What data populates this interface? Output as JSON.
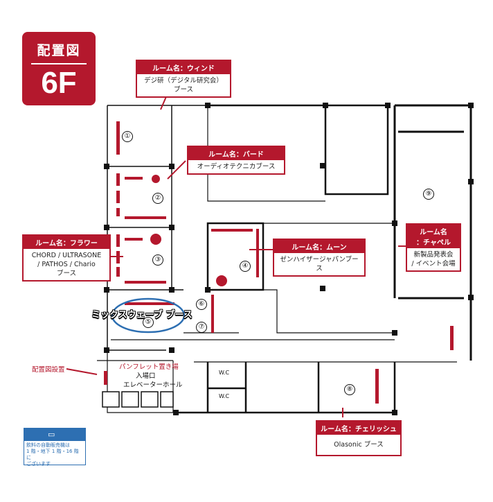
{
  "badge": {
    "title": "配置図",
    "floor": "6F"
  },
  "rooms": [
    {
      "num": "①"
    },
    {
      "num": "②"
    },
    {
      "num": "③"
    },
    {
      "num": "④"
    },
    {
      "num": "⑤"
    },
    {
      "num": "⑥"
    },
    {
      "num": "⑦"
    },
    {
      "num": "⑧"
    },
    {
      "num": "⑨"
    }
  ],
  "labels": {
    "wind": {
      "head": "ルーム名：ウィンド",
      "line1": "デジ研（デジタル研究会）",
      "line2": "ブース"
    },
    "bird": {
      "head": "ルーム名：バード",
      "line1": "オーディオテクニカブース"
    },
    "flower": {
      "head": "ルーム名：フラワー",
      "line1": "CHORD / ULTRASONE",
      "line2": "/ PATHOS / Chario",
      "line3": "ブース"
    },
    "moon": {
      "head": "ルーム名：ムーン",
      "line1": "ゼンハイザージャパンブース"
    },
    "chapel": {
      "head1": "ルーム名",
      "head2": "：チャペル",
      "line1": "新製品発表会",
      "line2": "/ イベント会場"
    },
    "cherish": {
      "head": "ルーム名：チェリッシュ",
      "line1": "Olasonic ブース"
    }
  },
  "mix_booth": "ミックスウェーブ ブース",
  "misc": {
    "pamphlet": "パンフレット置き場",
    "entrance": "入場口",
    "elevator_hall": "エレベーターホール",
    "map_location": "配置図設置",
    "wc1": "W.C",
    "wc2": "W.C"
  },
  "vending": {
    "line1": "飲料の自動販売機は",
    "line2": "1 階・地下 1 階・16 階に",
    "line3": "ございます"
  },
  "colors": {
    "accent": "#b4182d",
    "blue": "#2d6fb2",
    "wall": "#111111"
  }
}
